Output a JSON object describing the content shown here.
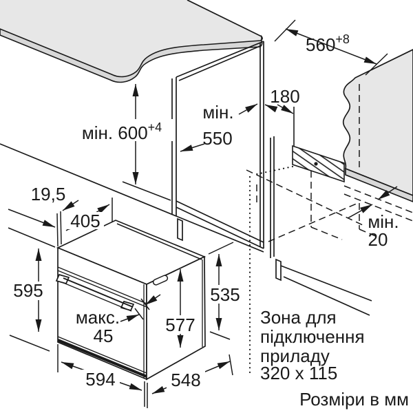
{
  "dims": {
    "niche_height": {
      "label": "мін. 600",
      "sup": "+4"
    },
    "niche_width": {
      "label": "560",
      "sup": "+8"
    },
    "niche_depth": {
      "line1": "мін.",
      "line2": "550"
    },
    "conduit_offset": {
      "label": "180"
    },
    "wall_gap": {
      "line1": "мін.",
      "line2": "20"
    },
    "frame_overhang": {
      "label": "19,5"
    },
    "top_depth": {
      "label": "405"
    },
    "front_height": {
      "label": "595"
    },
    "handle_protrusion": {
      "line1": "макс.",
      "line2": "45"
    },
    "body_height": {
      "label": "577"
    },
    "rear_height": {
      "label": "535"
    },
    "front_width": {
      "label": "594"
    },
    "body_depth": {
      "label": "548"
    }
  },
  "connection_zone": {
    "line1": "Зона для",
    "line2": "підключення",
    "line3": "приладу",
    "line4": "320 x 115"
  },
  "footer_note": "Розміри в мм",
  "colors": {
    "line": "#1a1a1a",
    "surface": "#e7e7e7",
    "edge_band": "#d8d8d8"
  }
}
